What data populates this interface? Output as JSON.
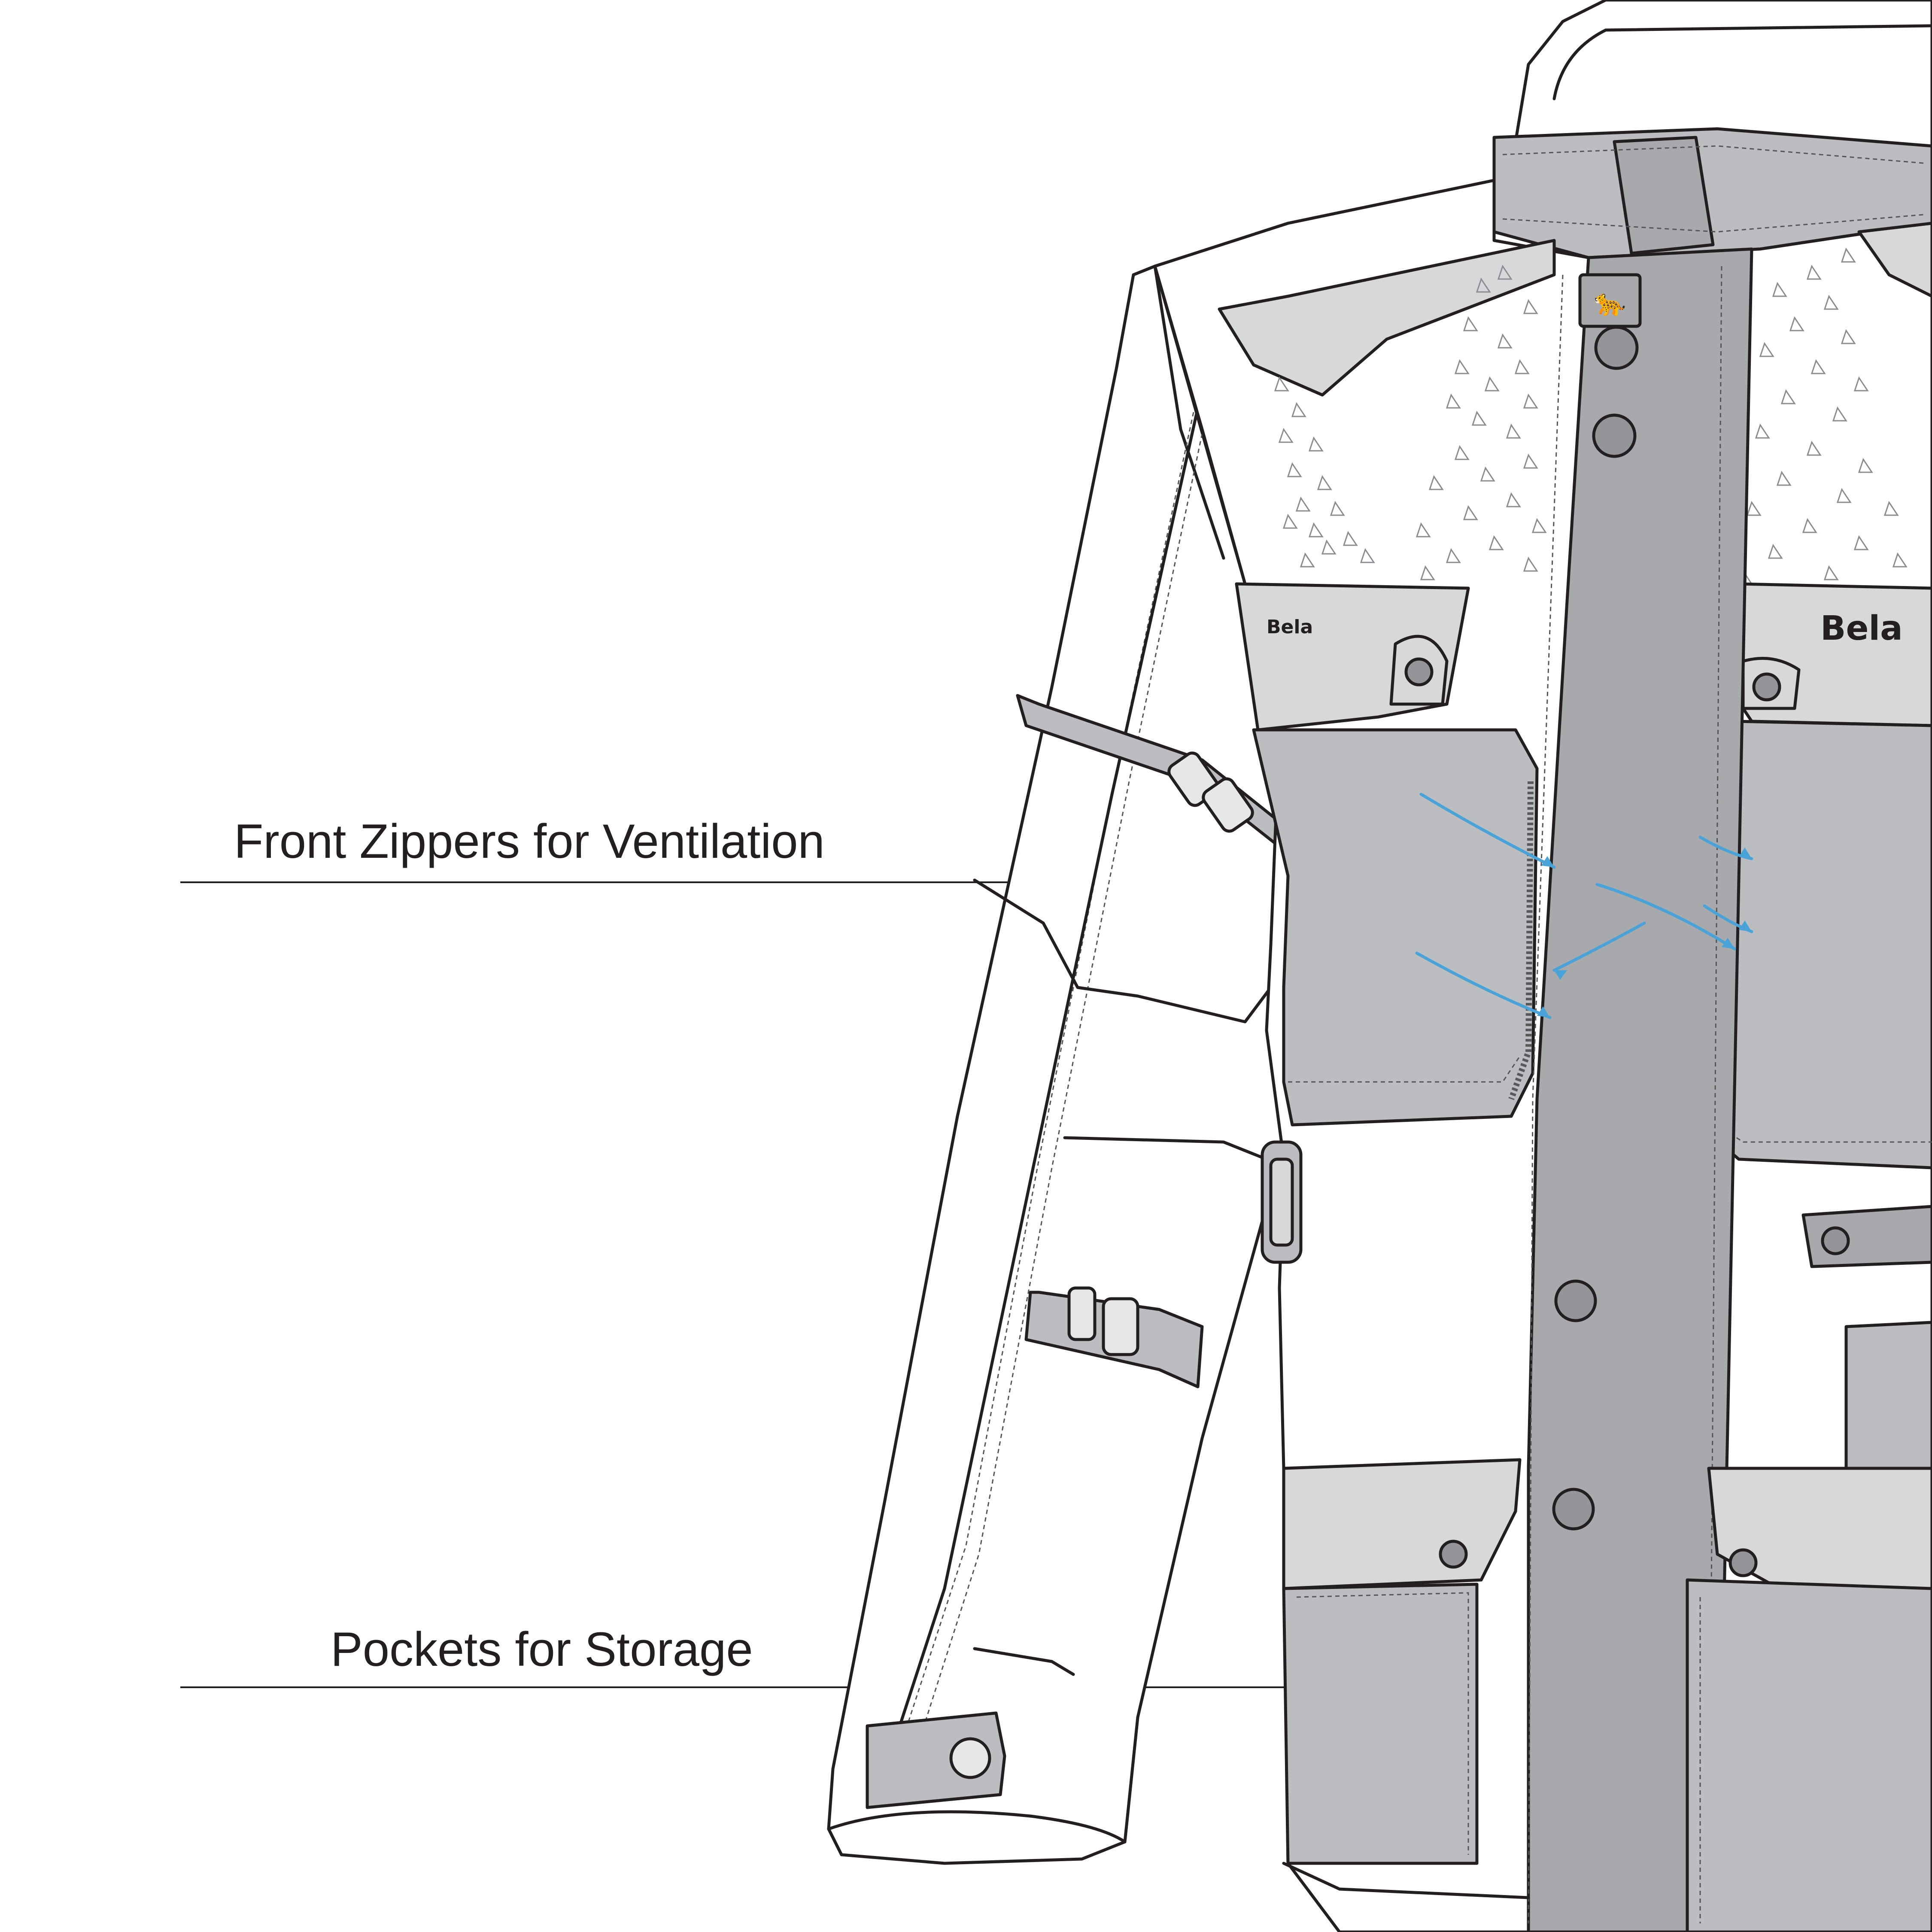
{
  "callouts": [
    {
      "label": "Front Zippers for Ventilation"
    },
    {
      "label": "Pockets for Storage"
    }
  ],
  "jacket": {
    "brand_label": "Bela",
    "badge_icon": "panther-head-icon"
  },
  "colors": {
    "outline": "#231f20",
    "panel_light": "#d7d8da",
    "panel_mid": "#bcbdc0",
    "panel_dark": "#a7a9ac",
    "airflow": "#4aa3d8"
  }
}
